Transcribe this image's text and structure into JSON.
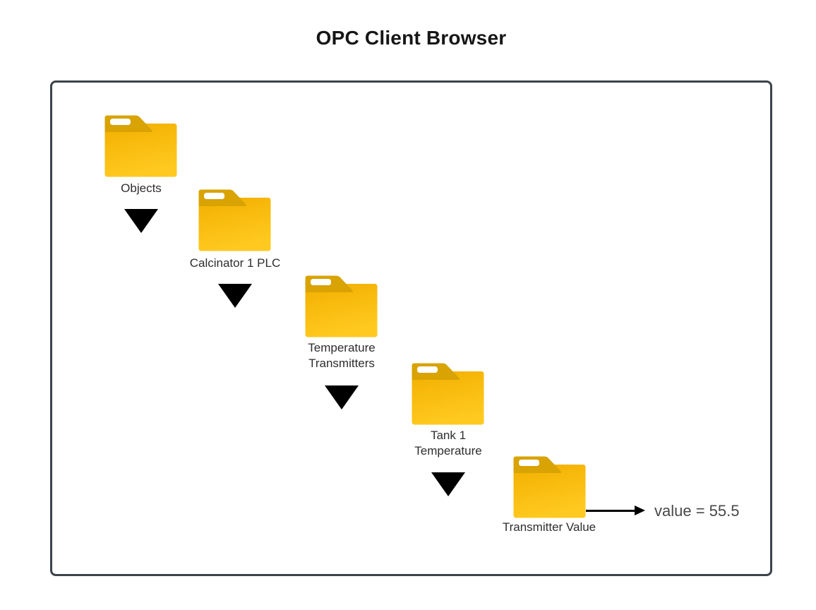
{
  "title": "OPC Client Browser",
  "diagram": {
    "nodes": [
      {
        "id": "objects",
        "label": "Objects",
        "icon": "folder-icon",
        "expanded": true
      },
      {
        "id": "calcinator-1-plc",
        "label": "Calcinator 1 PLC",
        "icon": "folder-icon",
        "expanded": true
      },
      {
        "id": "temperature-transmitters",
        "label": "Temperature\nTransmitters",
        "icon": "folder-icon",
        "expanded": true
      },
      {
        "id": "tank-1-temperature",
        "label": "Tank 1\nTemperature",
        "icon": "folder-icon",
        "expanded": true
      },
      {
        "id": "transmitter-value",
        "label": "Transmitter Value",
        "icon": "folder-icon",
        "expanded": false,
        "value_annotation": "value = 55.5"
      }
    ],
    "colors": {
      "folder_body_top": "#F2AF00",
      "folder_body_bottom": "#FFC91F",
      "folder_tab": "#D8A303",
      "folder_slot": "#FFFFFF",
      "expand_triangle": "#000000",
      "arrow": "#000000",
      "frame_border": "#3B434B",
      "title_text": "#161616",
      "label_text": "#2D2D2D",
      "value_text": "#484848"
    }
  }
}
